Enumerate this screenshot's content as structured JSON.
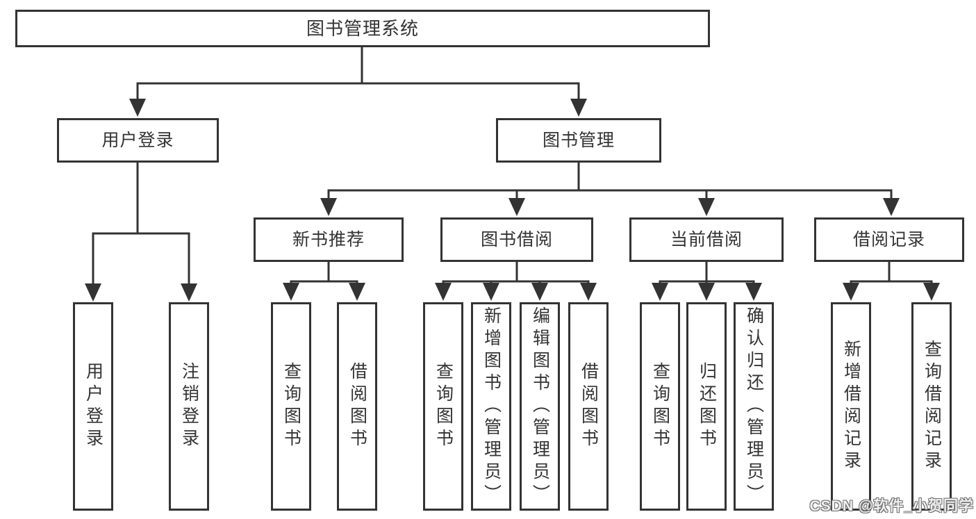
{
  "diagram_type": "hierarchy-tree",
  "nodes": {
    "root": {
      "label": "图书管理系统"
    },
    "user_login": {
      "label": "用户登录",
      "children": [
        {
          "label": "用户登录"
        },
        {
          "label": "注销登录"
        }
      ]
    },
    "book_mgmt": {
      "label": "图书管理"
    },
    "new_books": {
      "label": "新书推荐",
      "children": [
        {
          "label": "查询图书"
        },
        {
          "label": "借阅图书"
        }
      ]
    },
    "book_borrow": {
      "label": "图书借阅",
      "children": [
        {
          "label": "查询图书"
        },
        {
          "label": "新增图书（管理员）"
        },
        {
          "label": "编辑图书（管理员）"
        },
        {
          "label": "借阅图书"
        }
      ]
    },
    "current_borrow": {
      "label": "当前借阅",
      "children": [
        {
          "label": "查询图书"
        },
        {
          "label": "归还图书"
        },
        {
          "label": "确认归还（管理员）"
        }
      ]
    },
    "borrow_records": {
      "label": "借阅记录",
      "children": [
        {
          "label": "新增借阅记录"
        },
        {
          "label": "查询借阅记录"
        }
      ]
    }
  },
  "watermark": {
    "text": "CSDN @软件_小贺同学"
  },
  "colors": {
    "line": "#333333",
    "text": "#333333",
    "background": "#ffffff",
    "watermark_fill": "#f0f0f0",
    "watermark_outline": "#6e6e6e"
  }
}
